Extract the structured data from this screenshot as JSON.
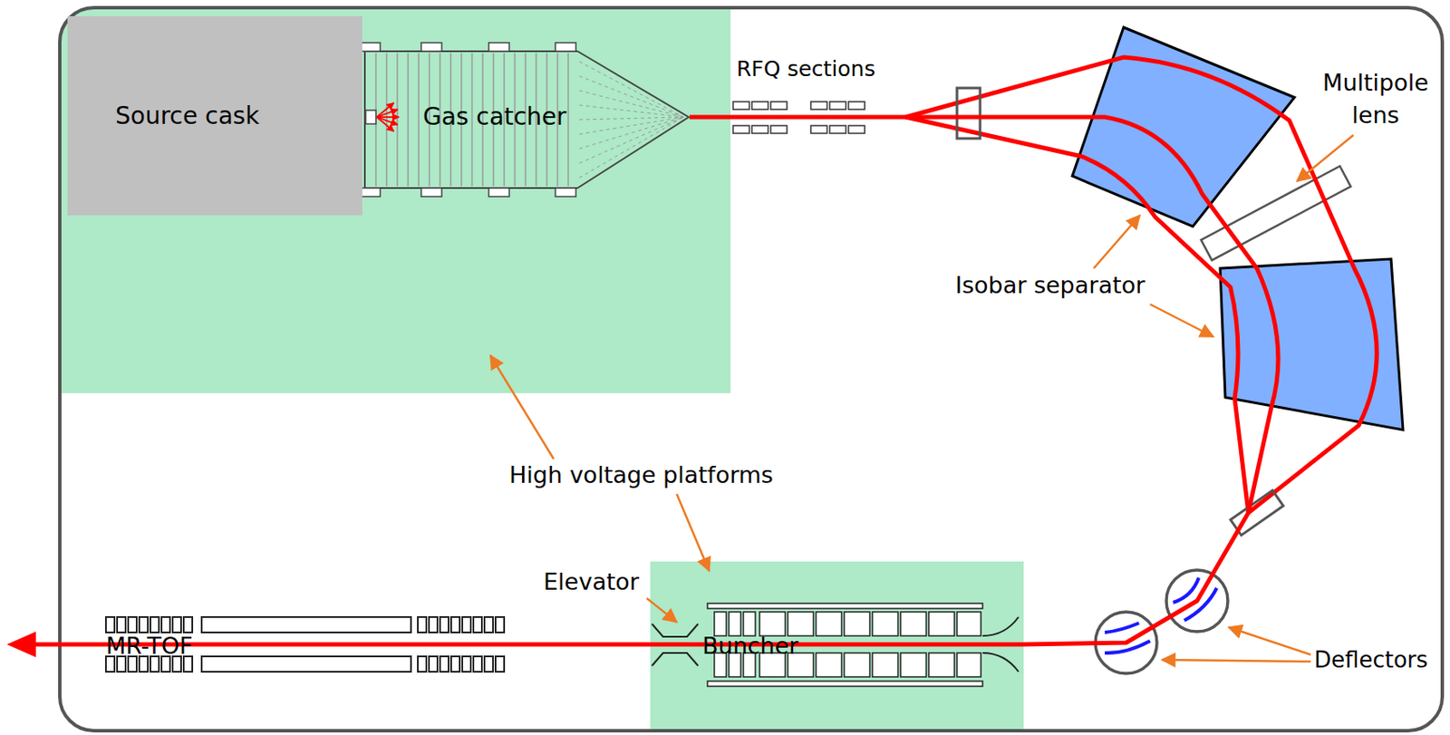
{
  "diagram": {
    "nodes": [
      {
        "text": [
          "Source cask"
        ]
      },
      {
        "text": [
          "Gas catcher"
        ]
      },
      {
        "text": [
          "Buncher"
        ]
      },
      {
        "text": [
          "MR-TOF"
        ]
      }
    ],
    "edges": [
      {
        "from": 1,
        "to": 2,
        "arrow": "none"
      },
      {
        "from": 2,
        "to": 3,
        "arrow": "none"
      }
    ],
    "labels": [
      "RFQ sections",
      "Multipole lens",
      "Isobar separator",
      "High voltage platforms",
      "Elevator",
      "Deflectors"
    ]
  }
}
